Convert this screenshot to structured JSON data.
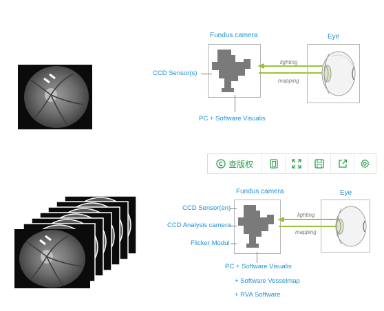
{
  "diagram_top": {
    "fundus_title": "Fundus camera",
    "eye_title": "Eye",
    "ccd_label": "CCD Sensor(s)",
    "lighting_label": "lighting",
    "mapping_label": "mapping",
    "pc_label": "PC + Software Visualis"
  },
  "diagram_bottom": {
    "fundus_title": "Fundus camera",
    "eye_title": "Eye",
    "ccd_sensor_label": "CCD Sensor(en)",
    "ccd_analysis_label": "CCD Analysis camera",
    "flicker_label": "Flicker Modul",
    "lighting_label": "lighting",
    "mapping_label": "mapping",
    "pc_label": "PC + Software Visualis",
    "vesselmap_label": "+ Software Vesselmap",
    "rva_label": "+ RVA Software"
  },
  "toolbar": {
    "copyright_label": "查版权",
    "icons": [
      "copyright-icon",
      "crop-icon",
      "expand-icon",
      "save-icon",
      "share-icon",
      "settings-icon"
    ]
  },
  "colors": {
    "accent_blue": "#1e8fd6",
    "arrow_green": "#9bc33a",
    "toolbar_green": "#29a04a"
  }
}
